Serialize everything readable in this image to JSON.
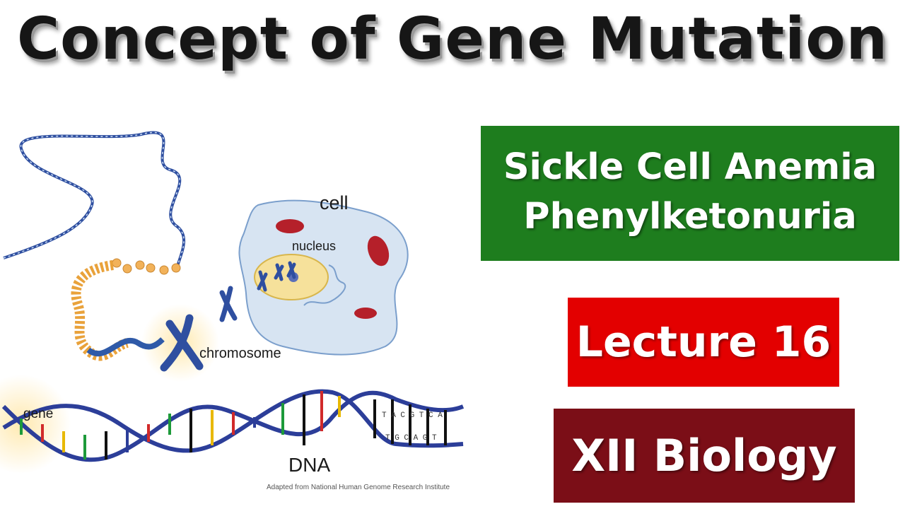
{
  "title": "Concept of Gene Mutation",
  "topics": {
    "line1": "Sickle Cell Anemia",
    "line2": "Phenylketonuria",
    "color": "#1e7d1e"
  },
  "lecture": {
    "label": "Lecture 16",
    "color": "#e30000"
  },
  "course": {
    "label": "XII Biology",
    "color": "#7b0e17"
  },
  "illustration": {
    "labels": {
      "cell": "cell",
      "nucleus": "nucleus",
      "chromosome": "chromosome",
      "gene": "gene",
      "dna": "DNA"
    },
    "base_letters_top": [
      "T",
      "A",
      "C",
      "G",
      "T",
      "C",
      "A"
    ],
    "base_letters_bottom": [
      "T",
      "G",
      "C",
      "A",
      "G",
      "T"
    ],
    "credit": "Adapted from National Human Genome Research Institute"
  }
}
